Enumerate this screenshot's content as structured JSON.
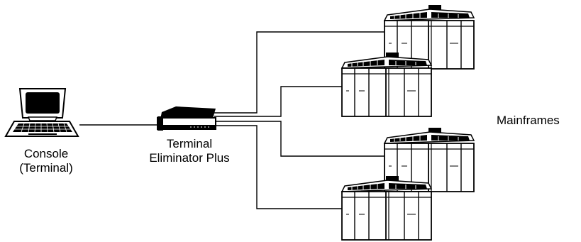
{
  "labels": {
    "console_line1": "Console",
    "console_line2": "(Terminal)",
    "terminal_eliminator_line1": "Terminal",
    "terminal_eliminator_line2": "Eliminator Plus",
    "mainframes": "Mainframes"
  },
  "colors": {
    "stroke": "#000000",
    "background": "#ffffff"
  }
}
